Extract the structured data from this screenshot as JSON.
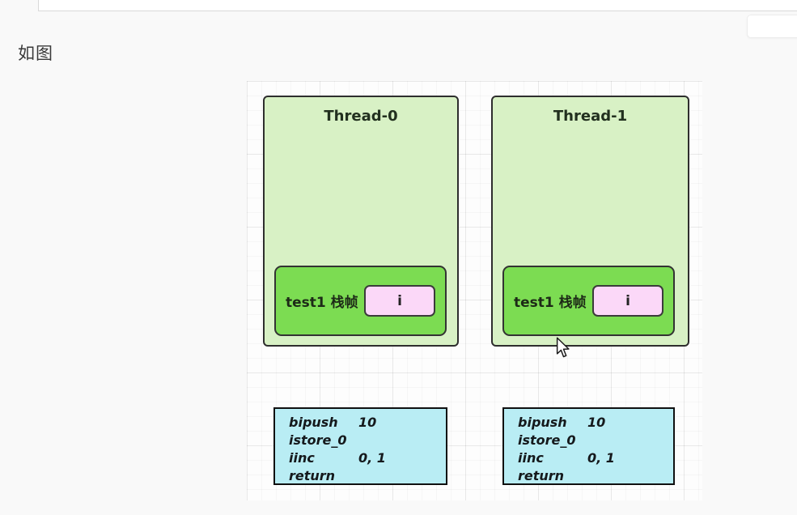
{
  "caption": "如图",
  "colors": {
    "thread_fill": "#d8f1c5",
    "thread_border": "#2e2e2e",
    "frame_fill": "#7cdc52",
    "frame_border": "#333333",
    "variable_fill": "#fbd8f8",
    "variable_border": "#3b3b3b",
    "code_fill": "#b9edf4",
    "code_border": "#101010",
    "text": "#22301f"
  },
  "diagram": {
    "threads": [
      {
        "title": "Thread-0",
        "frame_label": "test1 栈帧",
        "variable": "i"
      },
      {
        "title": "Thread-1",
        "frame_label": "test1 栈帧",
        "variable": "i"
      }
    ],
    "bytecode_blocks": [
      {
        "lines": [
          {
            "op": "bipush",
            "arg": "10"
          },
          {
            "op": "istore_0",
            "arg": ""
          },
          {
            "op": "iinc",
            "arg": "0, 1"
          },
          {
            "op": "return",
            "arg": ""
          }
        ]
      },
      {
        "lines": [
          {
            "op": "bipush",
            "arg": "10"
          },
          {
            "op": "istore_0",
            "arg": ""
          },
          {
            "op": "iinc",
            "arg": "0, 1"
          },
          {
            "op": "return",
            "arg": ""
          }
        ]
      }
    ]
  }
}
